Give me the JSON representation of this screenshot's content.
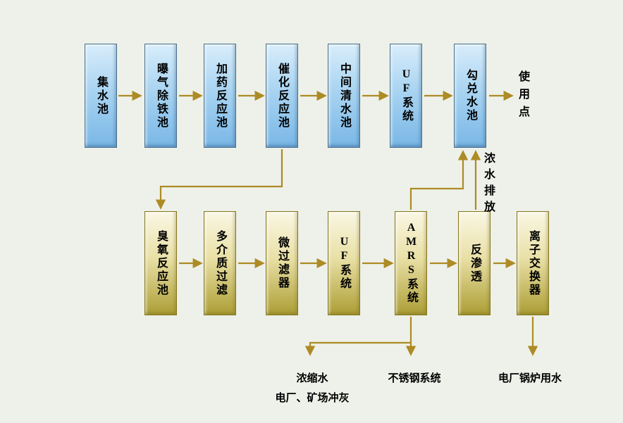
{
  "top_row": [
    {
      "label": "集水池"
    },
    {
      "label": "曝气除铁池"
    },
    {
      "label": "加药反应池"
    },
    {
      "label": "催化反应池"
    },
    {
      "label": "中间清水池"
    },
    {
      "label": "UF系统"
    },
    {
      "label": "勾兑水池"
    }
  ],
  "bottom_row": [
    {
      "label": "臭氧反应池"
    },
    {
      "label": "多介质过滤"
    },
    {
      "label": "微过滤器"
    },
    {
      "label": "UF系统"
    },
    {
      "label": "AMRS系统"
    },
    {
      "label": "反渗透"
    },
    {
      "label": "离子交换器"
    }
  ],
  "labels": {
    "use_point": "使用点",
    "concentrate_discharge": "浓水排放",
    "concentrated_water": "浓缩水",
    "ash_flush": "电厂、矿场冲灰",
    "stainless_system": "不锈钢系统",
    "boiler_water": "电厂锅炉用水"
  },
  "colors": {
    "background": "#eef1e9",
    "arrow": "#ad8b25",
    "box_blue_top": "#d8edfb",
    "box_blue_bottom": "#79b7e6",
    "box_gold_top": "#faf7e4",
    "box_gold_bottom": "#ac9e35"
  }
}
